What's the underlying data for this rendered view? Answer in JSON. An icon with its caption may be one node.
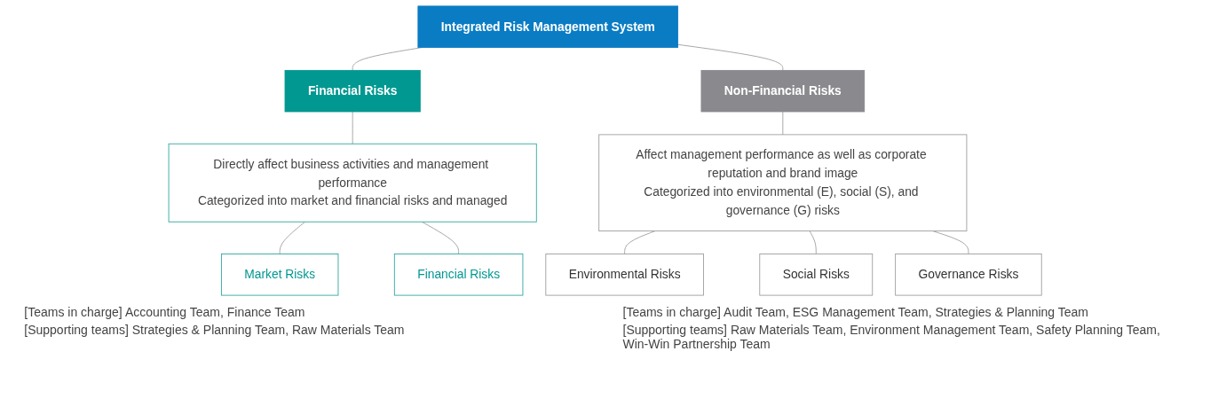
{
  "diagram": {
    "nodes": [
      {
        "text": [
          "Integrated Risk Management System"
        ]
      },
      {
        "text": [
          "Financial Risks"
        ]
      },
      {
        "text": [
          "Directly affect business activities and management performance",
          "Categorized into market and financial risks and managed"
        ]
      },
      {
        "text": [
          "Market Risks"
        ]
      },
      {
        "text": [
          "Financial Risks"
        ]
      },
      {
        "text": [
          "Non-Financial Risks"
        ]
      },
      {
        "text": [
          "Affect management performance as well as corporate reputation and brand image",
          "Categorized into environmental (E), social (S), and governance (G) risks"
        ]
      },
      {
        "text": [
          "Environmental Risks"
        ]
      },
      {
        "text": [
          "Social Risks"
        ]
      },
      {
        "text": [
          "Governance Risks"
        ]
      }
    ],
    "edges": [
      {
        "from": 0,
        "to": 1,
        "arrow": "none"
      },
      {
        "from": 0,
        "to": 5,
        "arrow": "none"
      },
      {
        "from": 1,
        "to": 2,
        "arrow": "none"
      },
      {
        "from": 2,
        "to": 3,
        "arrow": "none"
      },
      {
        "from": 2,
        "to": 4,
        "arrow": "none"
      },
      {
        "from": 5,
        "to": 6,
        "arrow": "none"
      },
      {
        "from": 6,
        "to": 7,
        "arrow": "none"
      },
      {
        "from": 6,
        "to": 8,
        "arrow": "none"
      },
      {
        "from": 6,
        "to": 9,
        "arrow": "none"
      }
    ],
    "labels": [
      "[Teams in charge] Accounting Team, Finance Team",
      "[Supporting teams] Strategies & Planning Team, Raw Materials Team",
      "[Teams in charge] Audit Team, ESG Management Team, Strategies & Planning Team",
      "[Supporting teams] Raw Materials Team, Environment Management Team, Safety Planning Team, Win-Win Partnership Team"
    ]
  }
}
